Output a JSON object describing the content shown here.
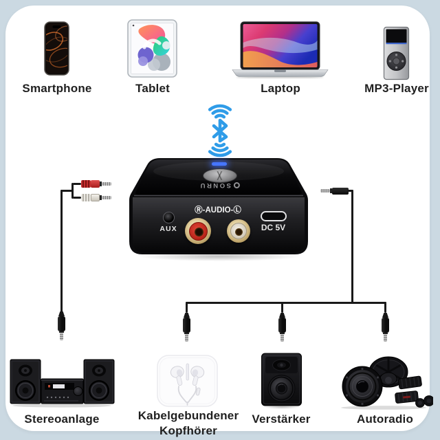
{
  "page": {
    "background_color": "#cbd9e2",
    "card_color": "#ffffff"
  },
  "colors": {
    "bluetooth_blue": "#2f9ce8",
    "led_blue": "#4676ff",
    "rca_right_red": "#d5372a",
    "rca_left_white": "#efece6",
    "cable_black": "#191919"
  },
  "icons": {
    "wireless": "bluetooth-wireless-icon"
  },
  "top_devices": [
    {
      "name": "smartphone",
      "label": "Smartphone"
    },
    {
      "name": "tablet",
      "label": "Tablet"
    },
    {
      "name": "laptop",
      "label": "Laptop"
    },
    {
      "name": "mp3-player",
      "label": "MP3-Player"
    }
  ],
  "receiver": {
    "brand": "SONRU",
    "front": {
      "aux": "AUX",
      "audio": "Ⓡ-AUDIO-Ⓛ",
      "power": "DC 5V"
    }
  },
  "bottom_devices": [
    {
      "name": "stereo-system",
      "label": "Stereoanlage"
    },
    {
      "name": "wired-headphones",
      "label": "Kabelgebundener Kopfhörer",
      "label_line1": "Kabelgebundener",
      "label_line2": "Kopfhörer"
    },
    {
      "name": "amplifier",
      "label": "Verstärker"
    },
    {
      "name": "car-audio",
      "label": "Autoradio"
    }
  ]
}
